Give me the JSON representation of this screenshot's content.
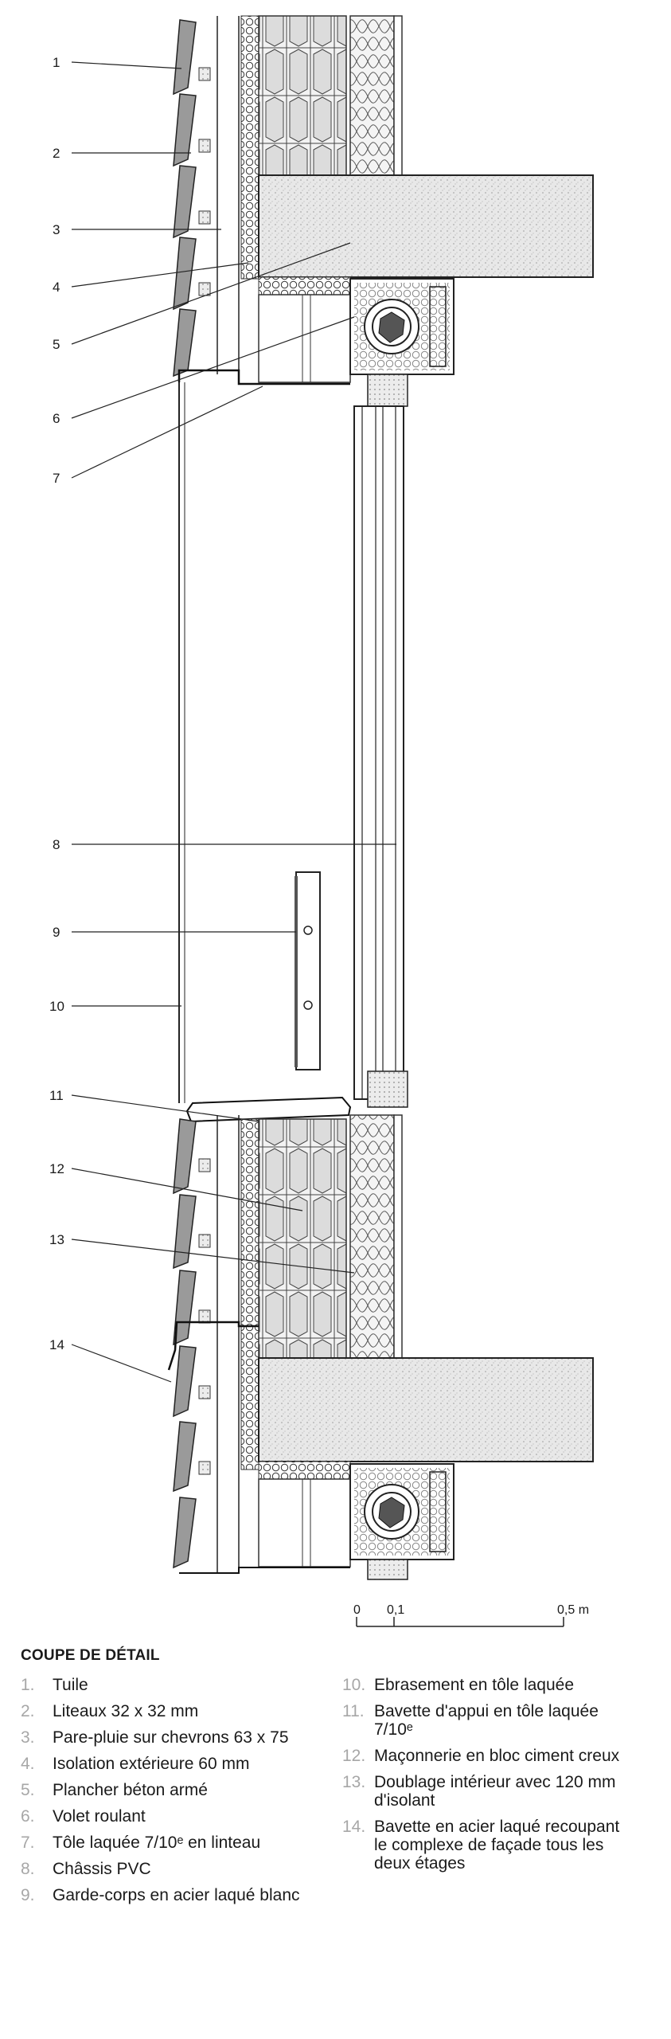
{
  "callouts": [
    "1",
    "2",
    "3",
    "4",
    "5",
    "6",
    "7",
    "8",
    "9",
    "10",
    "11",
    "12",
    "13",
    "14"
  ],
  "scale": {
    "labels": [
      "0",
      "0,1",
      "0,5 m"
    ]
  },
  "legend": {
    "title": "COUPE DE DÉTAIL",
    "items": [
      {
        "num": "1.",
        "text": "Tuile"
      },
      {
        "num": "2.",
        "text": "Liteaux 32 x 32 mm"
      },
      {
        "num": "3.",
        "text": "Pare-pluie sur chevrons 63 x 75"
      },
      {
        "num": "4.",
        "text": "Isolation extérieure 60 mm"
      },
      {
        "num": "5.",
        "text": "Plancher béton armé"
      },
      {
        "num": "6.",
        "text": "Volet roulant"
      },
      {
        "num": "7.",
        "text": "Tôle laquée 7/10ᵉ en linteau"
      },
      {
        "num": "8.",
        "text": "Châssis PVC"
      },
      {
        "num": "9.",
        "text": "Garde-corps en acier laqué blanc"
      },
      {
        "num": "10.",
        "text": "Ebrasement en tôle laquée"
      },
      {
        "num": "11.",
        "text": "Bavette d'appui en tôle laquée 7/10ᵉ"
      },
      {
        "num": "12.",
        "text": "Maçonnerie en bloc ciment creux"
      },
      {
        "num": "13.",
        "text": "Doublage intérieur avec 120 mm d'isolant"
      },
      {
        "num": "14.",
        "text": "Bavette en acier laqué recoupant le complexe de façade tous les deux étages"
      }
    ]
  }
}
